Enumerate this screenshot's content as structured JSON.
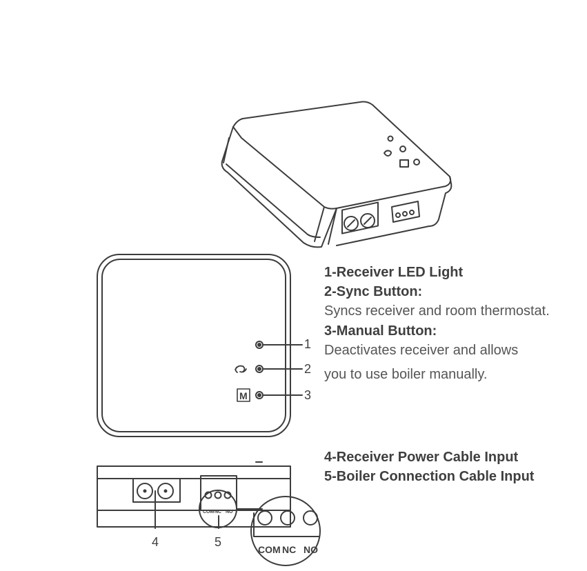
{
  "legend": {
    "item1_title": "1-Receiver LED Light",
    "item2_title": "2-Sync Button:",
    "item2_desc": "Syncs receiver and room thermostat.",
    "item3_title": "3-Manual Button:",
    "item3_desc_line1": "Deactivates receiver and allows",
    "item3_desc_line2": "you to use boiler manually.",
    "item4_title": "4-Receiver Power Cable Input",
    "item5_title": "5-Boiler Connection Cable Input"
  },
  "callouts": {
    "n1": "1",
    "n2": "2",
    "n3": "3",
    "n4": "4",
    "n5": "5"
  },
  "manual_glyph": "M",
  "terminals": {
    "small": [
      "COM",
      "NC",
      "NO"
    ],
    "zoom": [
      "COM",
      "NC",
      "NO"
    ]
  },
  "colors": {
    "stroke": "#3c3c3c",
    "text": "#3f3f3f"
  }
}
